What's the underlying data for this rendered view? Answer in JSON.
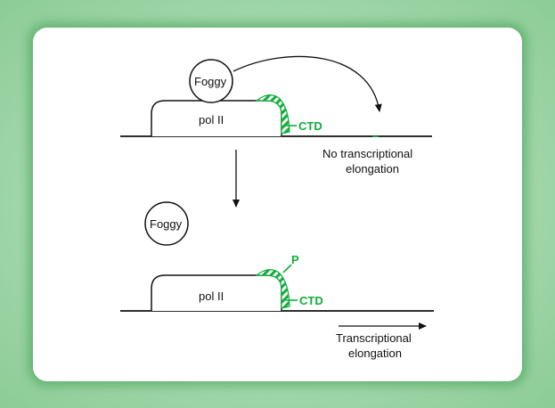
{
  "labels": {
    "foggy_top": "Foggy",
    "polii_top": "pol II",
    "ctd_top": "CTD",
    "minus_sign": "–",
    "no_elong_line1": "No transcriptional",
    "no_elong_line2": "elongation",
    "foggy_bottom": "Foggy",
    "polii_bottom": "pol II",
    "phospho": "P",
    "ctd_bottom": "CTD",
    "elong_line1": "Transcriptional",
    "elong_line2": "elongation"
  },
  "colors": {
    "background": "#a6d9ae",
    "panel": "#ffffff",
    "accent_green": "#0fae3a",
    "ink": "#111111"
  }
}
